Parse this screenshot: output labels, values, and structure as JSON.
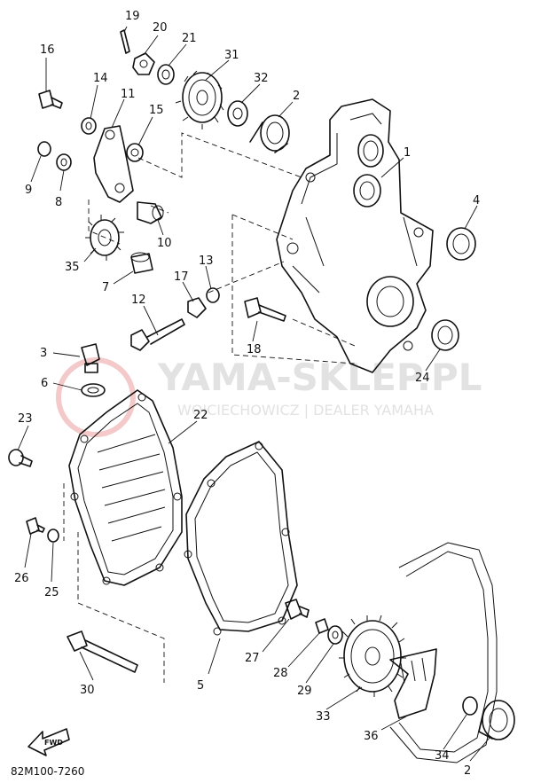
{
  "watermark": {
    "title": "YAMA-SKLEP.PL",
    "subtitle": "WOJCIECHOWICZ | DEALER YAMAHA",
    "logo_color": "#f3c9c9"
  },
  "diagram_code": "82M100-7260",
  "fwd_label": "FWD",
  "callouts": {
    "c1": "1",
    "c2a": "2",
    "c2b": "2",
    "c3": "3",
    "c4": "4",
    "c5": "5",
    "c6": "6",
    "c7": "7",
    "c8": "8",
    "c9": "9",
    "c10": "10",
    "c11": "11",
    "c12": "12",
    "c13": "13",
    "c14": "14",
    "c15": "15",
    "c16": "16",
    "c17": "17",
    "c18": "18",
    "c19": "19",
    "c20": "20",
    "c21": "21",
    "c22": "22",
    "c23": "23",
    "c24": "24",
    "c25": "25",
    "c26": "26",
    "c27": "27",
    "c28": "28",
    "c29": "29",
    "c30": "30",
    "c31": "31",
    "c32": "32",
    "c33": "33",
    "c34": "34",
    "c35": "35",
    "c36": "36"
  }
}
